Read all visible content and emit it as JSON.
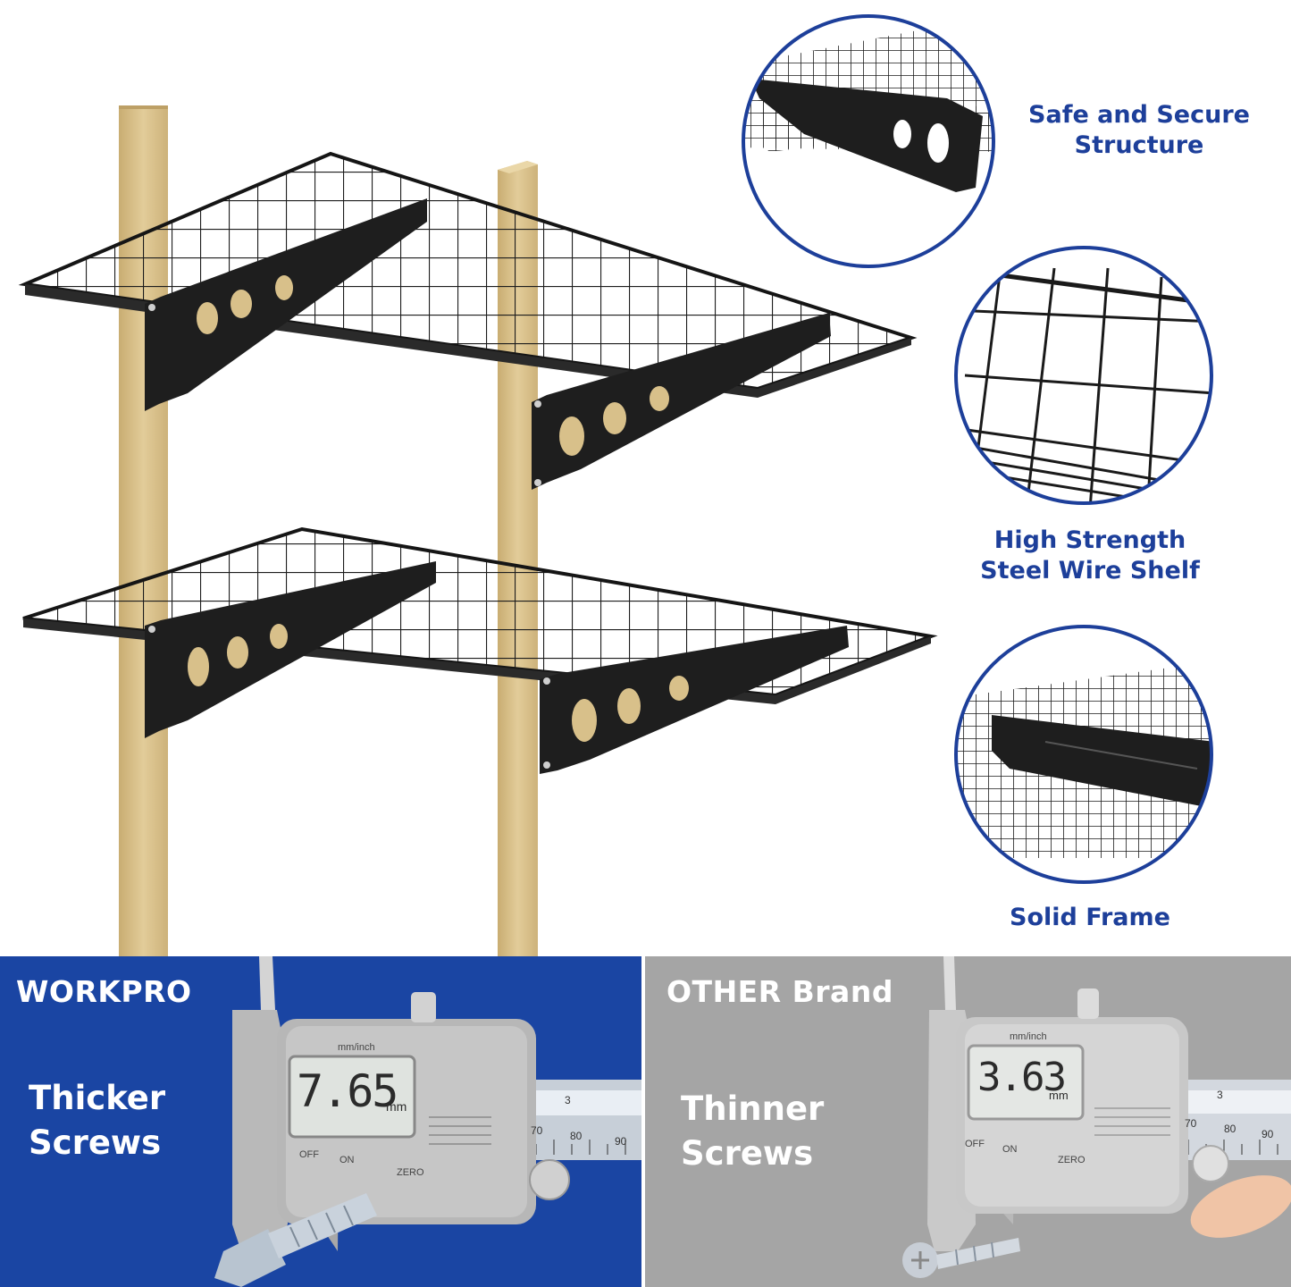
{
  "features": [
    {
      "id": "safe",
      "label": "Safe and Secure\nStructure"
    },
    {
      "id": "wire",
      "label": "High Strength\nSteel Wire Shelf"
    },
    {
      "id": "frame",
      "label": "Solid Frame"
    }
  ],
  "comparison": {
    "left": {
      "brand": "WORKPRO",
      "claim": "Thicker\nScrews",
      "reading": "7.65",
      "unit": "mm",
      "unit_toggle": "mm/inch",
      "off_label": "OFF",
      "on_label": "ON",
      "zero_label": "ZERO",
      "scale_ticks": [
        "70",
        "80",
        "90"
      ],
      "scale_top": "3"
    },
    "right": {
      "brand": "OTHER Brand",
      "claim": "Thinner\nScrews",
      "reading": "3.63",
      "unit": "mm",
      "unit_toggle": "mm/inch",
      "off_label": "OFF",
      "on_label": "ON",
      "zero_label": "ZERO",
      "scale_ticks": [
        "70",
        "80",
        "90"
      ],
      "scale_top": "3"
    }
  },
  "colors": {
    "brand_blue": "#1a45a3",
    "label_blue": "#1d3f9a",
    "gray_panel": "#a5a5a5",
    "wood": "#d8c08a",
    "metal": "#1e1e1e"
  }
}
